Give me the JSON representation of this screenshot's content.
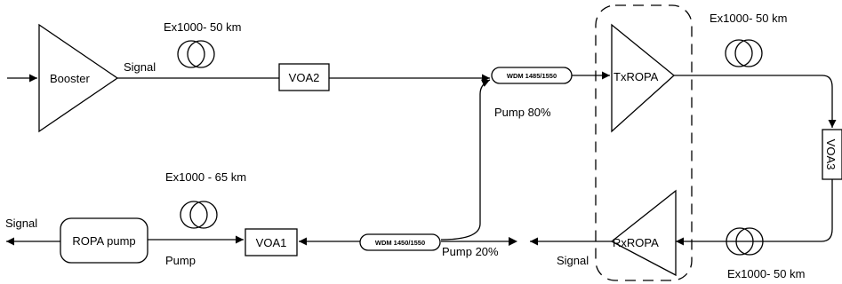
{
  "components": {
    "booster": "Booster",
    "voa1": "VOA1",
    "voa2": "VOA2",
    "voa3": "VOA3",
    "tx_ropa": "TxROPA",
    "rx_ropa": "RxROPA",
    "ropa_pump": "ROPA pump",
    "wdm_top": "WDM 1485/1550",
    "wdm_bottom": "WDM 1450/1550"
  },
  "fibers": {
    "top_left": "Ex1000- 50 km",
    "top_right": "Ex1000- 50 km",
    "bottom_left": "Ex1000 - 65 km",
    "bottom_right": "Ex1000- 50 km"
  },
  "labels": {
    "signal_top": "Signal",
    "signal_left": "Signal",
    "signal_bottom": "Signal",
    "pump": "Pump",
    "pump_80": "Pump 80%",
    "pump_20": "Pump 20%"
  }
}
